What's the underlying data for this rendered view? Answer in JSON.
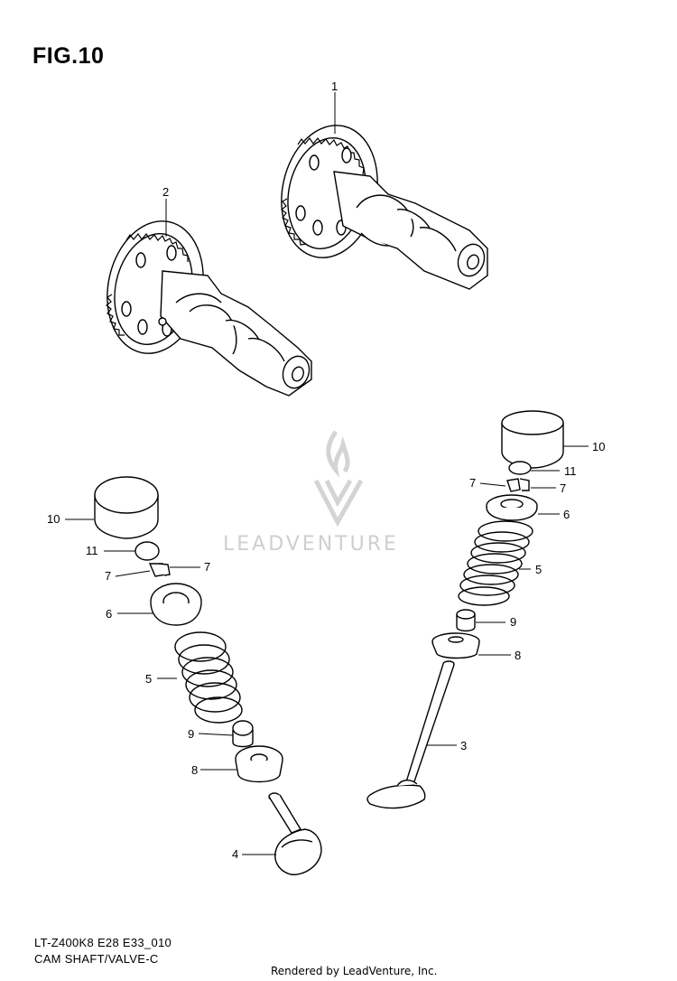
{
  "figure": {
    "title": "FIG.10",
    "model_code": "LT-Z400K8 E28 E33_010",
    "section_name": "CAM SHAFT/VALVE-C",
    "credit": "Rendered by LeadVenture, Inc."
  },
  "watermark": {
    "text": "LEADVENTURE",
    "icon": "flame-v-logo-icon"
  },
  "callouts": {
    "c1": "1",
    "c2": "2",
    "c3": "3",
    "c4": "4",
    "c5_left": "5",
    "c5_right": "5",
    "c6_left": "6",
    "c6_right": "6",
    "c7_left_a": "7",
    "c7_left_b": "7",
    "c7_right_a": "7",
    "c7_right_b": "7",
    "c8_left": "8",
    "c8_right": "8",
    "c9_left": "9",
    "c9_right": "9",
    "c10_left": "10",
    "c10_right": "10",
    "c11_left": "11",
    "c11_right": "11"
  },
  "colors": {
    "line": "#000000",
    "watermark": "#cfcfcf"
  }
}
